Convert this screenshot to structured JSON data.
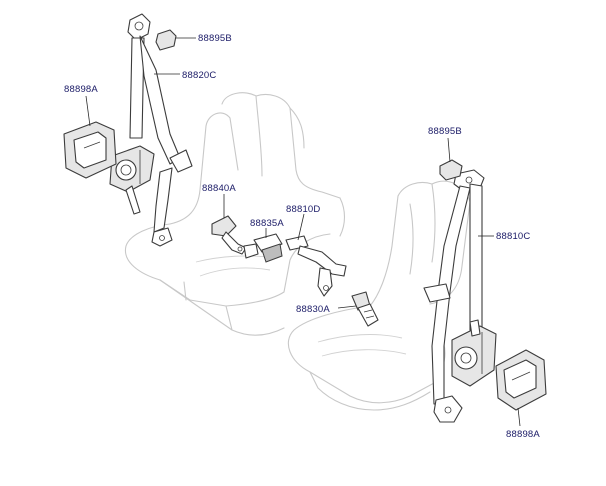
{
  "callouts": {
    "c1": "88895B",
    "c2": "88820C",
    "c3": "88898A",
    "c4": "88840A",
    "c5": "88835A",
    "c6": "88810D",
    "c7": "88895B",
    "c8": "88810C",
    "c9": "88830A",
    "c10": "88898A"
  },
  "colors": {
    "label": "#1a1a66",
    "line": "#3c3c3c",
    "seat_outline": "#c8c8c8",
    "background": "#ffffff"
  }
}
